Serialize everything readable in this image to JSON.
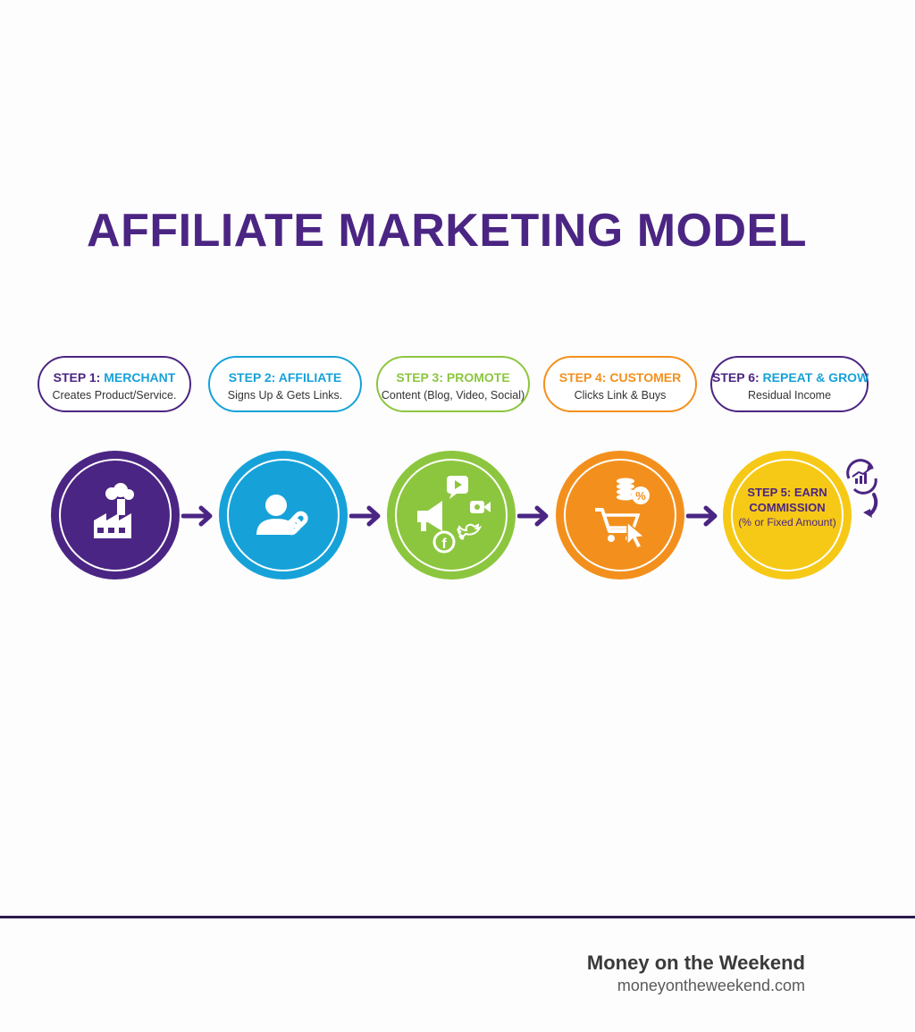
{
  "title": "AFFILIATE MARKETING MODEL",
  "colors": {
    "purple": "#4b2583",
    "blue": "#16a2d9",
    "green": "#8cc63f",
    "orange": "#f3901d",
    "yellow": "#f6c917"
  },
  "steps": [
    {
      "prefix": "STEP 1:",
      "name": "MERCHANT",
      "desc": "Creates Product/Service.",
      "icon": "factory-icon"
    },
    {
      "prefix": "STEP 2:",
      "name": "AFFILIATE",
      "desc": "Signs Up & Gets Links.",
      "icon": "user-link-icon"
    },
    {
      "prefix": "STEP 3:",
      "name": "PROMOTE",
      "desc": "Content (Blog, Video, Social)",
      "icon": "social-media-icon"
    },
    {
      "prefix": "STEP 4:",
      "name": "CUSTOMER",
      "desc": "Clicks Link & Buys",
      "icon": "cart-coins-icon"
    },
    {
      "prefix": "STEP 6:",
      "name": "REPEAT & GROW",
      "desc": "Residual Income",
      "icon": "growth-cycle-icon"
    }
  ],
  "earn": {
    "line1": "STEP 5: EARN",
    "line2": "COMMISSION",
    "line3": "(% or Fixed Amount)"
  },
  "brand": {
    "name": "Money on the Weekend",
    "url": "moneyontheweekend.com"
  }
}
